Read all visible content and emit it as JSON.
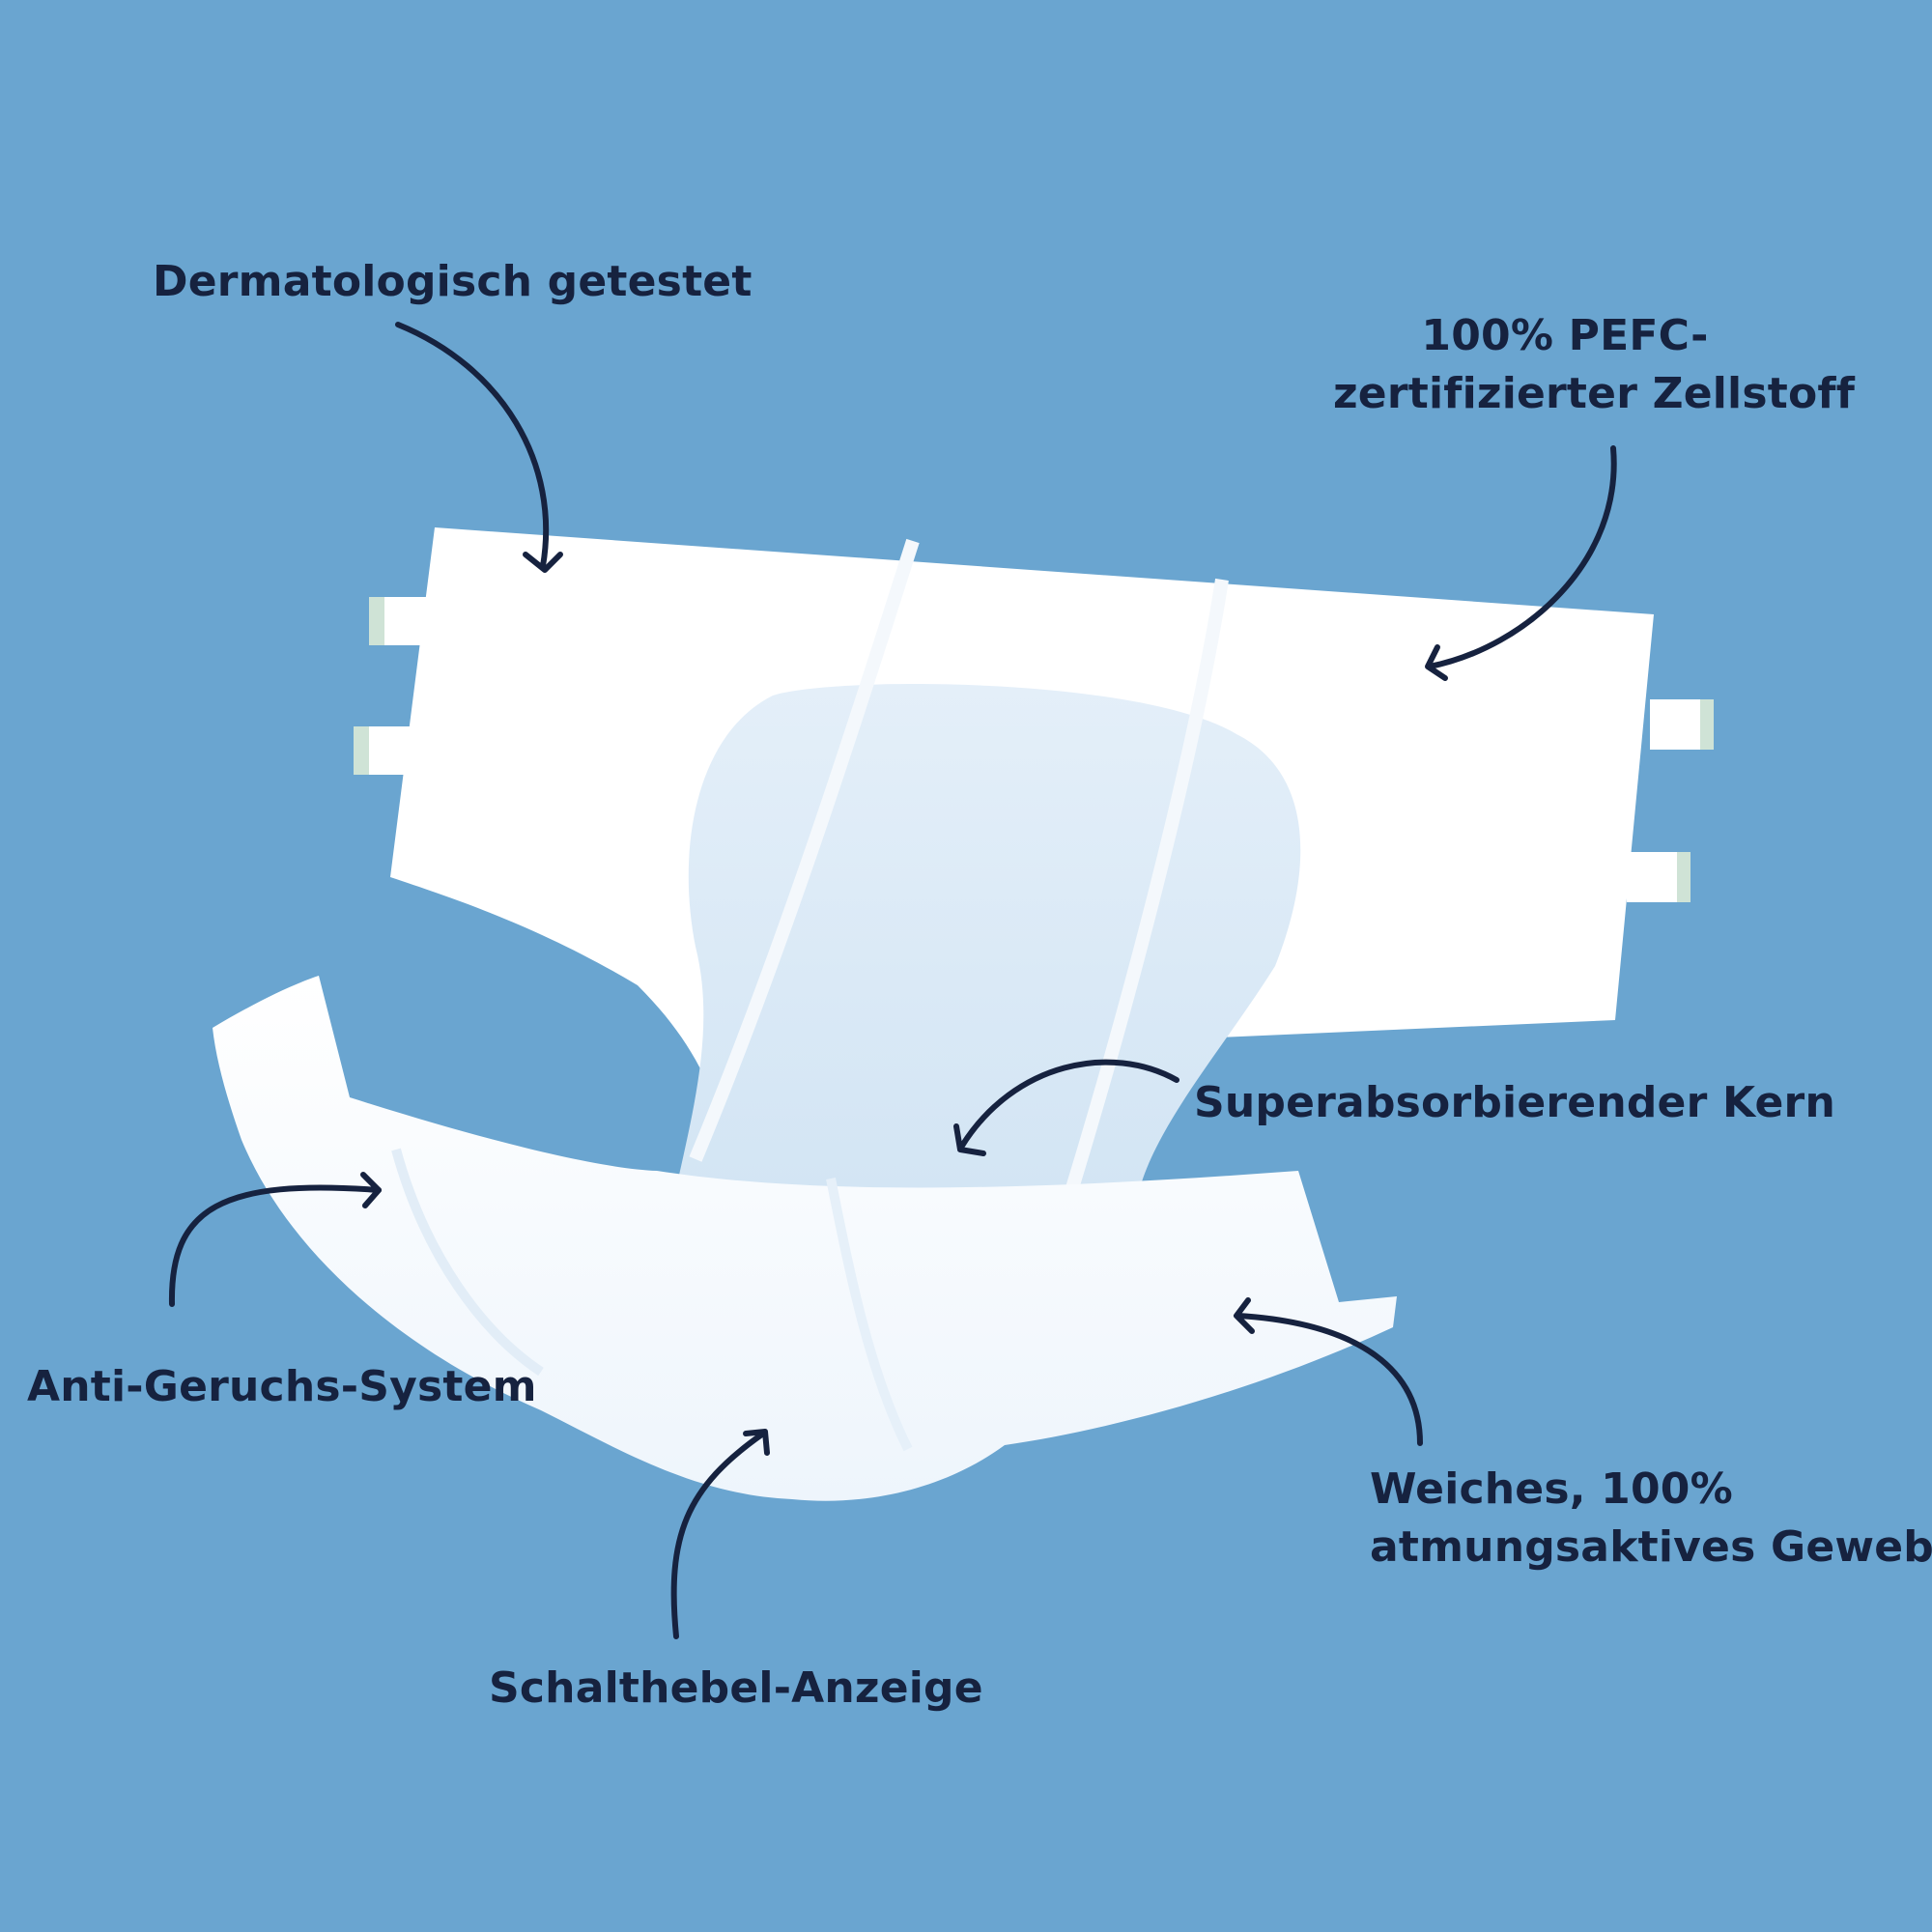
{
  "labels": {
    "dermatological": "Dermatologisch getestet",
    "pefc_line1": "100% PEFC-",
    "pefc_line2": "zertifizierter Zellstoff",
    "core": "Superabsorbierender Kern",
    "odor": "Anti-Geruchs-System",
    "fabric_line1": "Weiches, 100%",
    "fabric_line2": "atmungsaktives Gewebe",
    "indicator": "Schalthebel-Anzeige"
  },
  "colors": {
    "background": "#6aa5d0",
    "text": "#16223f",
    "arrow": "#16223f",
    "diaper": "#ffffff",
    "core": "#d9e9f6",
    "tab_accent": "#cfe3d6"
  },
  "icons": {
    "product": "adult-diaper-illustration",
    "pointer": "curved-arrow-icon"
  }
}
